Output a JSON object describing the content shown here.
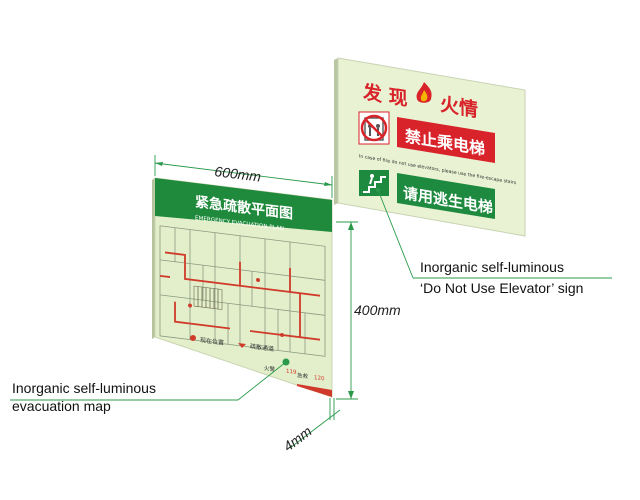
{
  "dimensions": {
    "width": "600mm",
    "height": "400mm",
    "depth": "4mm"
  },
  "evacuation_map": {
    "title": "紧急疏散平面图",
    "subtitle": "EMERGENCY EVACUATION PLAN",
    "legend_position": "现在位置",
    "legend_route": "疏散通道",
    "fire_label": "火警",
    "fire_number": "119",
    "first_aid_label": "急救",
    "first_aid_number": "120",
    "colors": {
      "header": "#1f8a3c",
      "panel": "#e3efcb",
      "route": "#d03a2a"
    }
  },
  "elevator_sign": {
    "title_left": "发 现",
    "title_right": "火情",
    "no_elevator_text": "禁止乘电梯",
    "instruction": "In case of fire do not use elevators, please use the fire-escape stairs",
    "escape_text": "请用逃生电梯",
    "colors": {
      "red": "#d8232a",
      "green": "#1e8a3f",
      "panel": "#e9f2d2"
    }
  },
  "callouts": {
    "map_line1": "Inorganic self-luminous",
    "map_line2": "evacuation map",
    "sign_line1": "Inorganic self-luminous",
    "sign_line2": "‘Do Not Use Elevator’ sign"
  }
}
